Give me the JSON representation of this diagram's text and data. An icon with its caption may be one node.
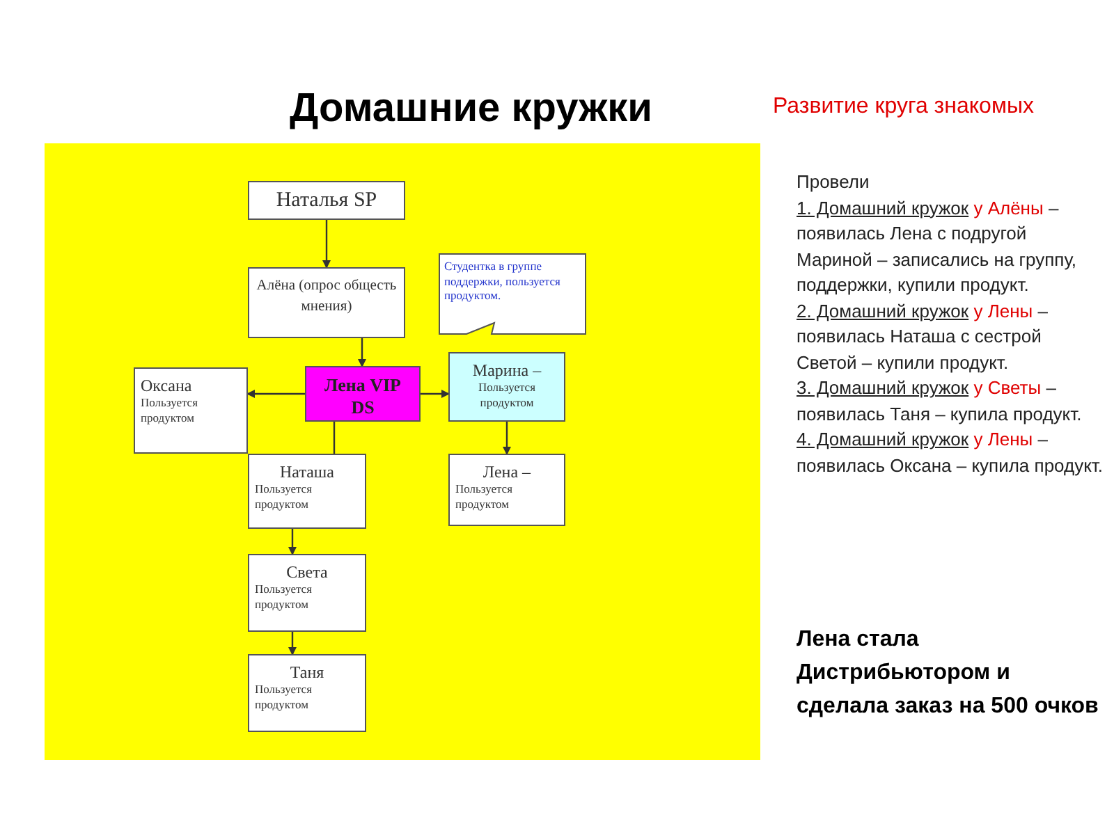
{
  "diagram": {
    "title": "Домашние кружки",
    "nodes": [
      {
        "text": [
          "Наталья SP"
        ]
      },
      {
        "text": [
          "Алёна (опрос общесть мнения)"
        ]
      },
      {
        "text": [
          "Студентка в группе поддержки, пользуется продуктом."
        ]
      },
      {
        "text": [
          "Оксана",
          "Пользуется продуктом"
        ]
      },
      {
        "text": [
          "Лена VIP DS"
        ]
      },
      {
        "text": [
          "Марина –",
          "Пользуется продуктом"
        ]
      },
      {
        "text": [
          "Наташа",
          "Пользуется продуктом"
        ]
      },
      {
        "text": [
          "Лена –",
          "Пользуется продуктом"
        ]
      },
      {
        "text": [
          "Света",
          "Пользуется продуктом"
        ]
      },
      {
        "text": [
          "Таня",
          "Пользуется продуктом"
        ]
      }
    ],
    "edges": [
      {
        "from": 0,
        "to": 1,
        "arrow": "to"
      },
      {
        "from": 1,
        "to": 4,
        "arrow": "to"
      },
      {
        "from": 4,
        "to": 3,
        "arrow": "to"
      },
      {
        "from": 4,
        "to": 5,
        "arrow": "to"
      },
      {
        "from": 4,
        "to": 6,
        "arrow": "none"
      },
      {
        "from": 5,
        "to": 7,
        "arrow": "to"
      },
      {
        "from": 6,
        "to": 8,
        "arrow": "to"
      },
      {
        "from": 8,
        "to": 9,
        "arrow": "to"
      }
    ],
    "labels": [
      "Развитие круга знакомых",
      "Провели",
      "1. Домашний кружок",
      "у Алёны",
      "– появилась Лена с подругой Мариной – записались на группу, поддержки, купили продукт.",
      "2.  Домашний кружок",
      "у Лены",
      "– появилась Наташа с сестрой Светой – купили продукт.",
      "3.  Домашний кружок",
      "у Светы",
      "– появилась Таня – купила продукт.",
      "4. Домашний кружок",
      "у Лены",
      "– появилась Оксана – купила продукт.",
      "Лена стала Дистрибьютором  и сделала заказ на 500 очков"
    ]
  }
}
